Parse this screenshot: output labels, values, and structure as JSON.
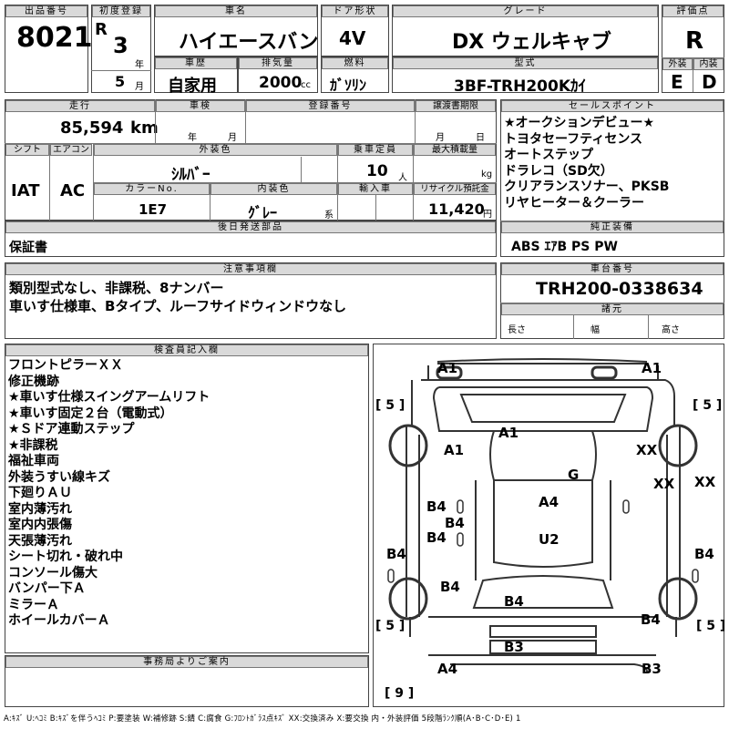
{
  "header": {
    "lot_no_label": "出品番号",
    "lot_no": "8021",
    "first_reg_label": "初度登録",
    "era": "R",
    "year": "3",
    "year_unit": "年",
    "month": "5",
    "month_unit": "月",
    "car_name_label": "車名",
    "car_name": "ハイエースバン",
    "doors_label": "ドア形状",
    "doors": "4V",
    "grade_label": "グレード",
    "grade": "DX ウェルキャブ",
    "score_label": "評価点",
    "score": "R",
    "history_label": "車歴",
    "history": "自家用",
    "displacement_label": "排気量",
    "displacement": "2000",
    "displacement_unit": "cc",
    "fuel_label": "燃料",
    "fuel": "ｶﾞｿﾘﾝ",
    "model_label": "型式",
    "model": "3BF-TRH200Kｶｲ",
    "exterior_label": "外装",
    "exterior": "E",
    "interior_label": "内装",
    "interior": "D"
  },
  "details": {
    "mileage_label": "走行",
    "mileage": "85,594",
    "mileage_unit": "km",
    "inspection_label": "車検",
    "year_unit": "年",
    "month_unit": "月",
    "registration_label": "登録番号",
    "transfer_label": "譲渡書期限",
    "month_unit2": "月",
    "day_unit": "日",
    "shift_label": "シフト",
    "shift": "IAT",
    "ac_label": "エアコン",
    "ac": "AC",
    "ext_color_label": "外装色",
    "ext_color": "ｼﾙﾊﾞｰ",
    "capacity_label": "乗車定員",
    "capacity": "10",
    "capacity_unit": "人",
    "max_load_label": "最大積載量",
    "max_load_unit": "kg",
    "color_no_label": "カラーNo.",
    "color_no": "1E7",
    "int_color_label": "内装色",
    "int_color": "ｸﾞﾚｰ",
    "int_color_suffix": "系",
    "import_label": "輸入車",
    "recycle_label": "リサイクル預託金",
    "recycle": "11,420",
    "recycle_unit": "円",
    "later_parts_label": "後日発送部品",
    "later_parts": "保証書"
  },
  "sales_points": {
    "label": "セールスポイント",
    "items": [
      "★オークションデビュー★",
      "トヨタセーフティセンス",
      "オートステップ",
      "ドラレコ（SD欠）",
      "クリアランスソナー、PKSB",
      "リヤヒーター＆クーラー"
    ],
    "equipment_label": "純正装備",
    "equipment": "ABS ｴｱB PS PW"
  },
  "notes": {
    "label": "注意事項欄",
    "lines": [
      "類別型式なし、非課税、8ナンバー",
      "車いす仕様車、Bタイプ、ルーフサイドウィンドウなし"
    ]
  },
  "chassis": {
    "label": "車台番号",
    "number": "TRH200-0338634",
    "dims_label": "諸元",
    "length": "長さ",
    "width": "幅",
    "height": "高さ"
  },
  "inspector": {
    "label": "検査員記入欄",
    "lines": [
      "フロントピラーＸＸ",
      "修正機跡",
      "★車いす仕様スイングアームリフト",
      "★車いす固定２台（電動式）",
      "★Ｓドア連動ステップ",
      "★非課税",
      "福祉車両",
      "外装うすい線キズ",
      "下廻りＡＵ",
      "室内薄汚れ",
      "室内内張傷",
      "天張薄汚れ",
      "シート切れ・破れ中",
      "コンソール傷大",
      "バンパー下Ａ",
      "ミラーＡ",
      "ホイールカバーＡ"
    ]
  },
  "office": {
    "label": "事務局よりご案内"
  },
  "diagram": {
    "marks": [
      "A1",
      "A1",
      "A1",
      "A1",
      "XX",
      "G",
      "XX",
      "XX",
      "B4",
      "B4",
      "A4",
      "B4",
      "U2",
      "B4",
      "B4",
      "B4",
      "B4",
      "B4",
      "B3",
      "A4",
      "B3"
    ],
    "tire_marks": [
      "[ 5 ]",
      "[ 5 ]",
      "[ 5 ]",
      "[ 5 ]",
      "[ 9 ]"
    ]
  },
  "legend": "A:ｷｽﾞ U:ﾍｺﾐ B:ｷｽﾞを伴うﾍｺﾐ P:要塗装 W:補修跡 S:錆 C:腐食 G:ﾌﾛﾝﾄｶﾞﾗｽ点ｷｽﾞ XX:交換済み X:要交換 内・外装評価 5段階ﾗﾝｸ順(A･B･C･D･E) 1"
}
